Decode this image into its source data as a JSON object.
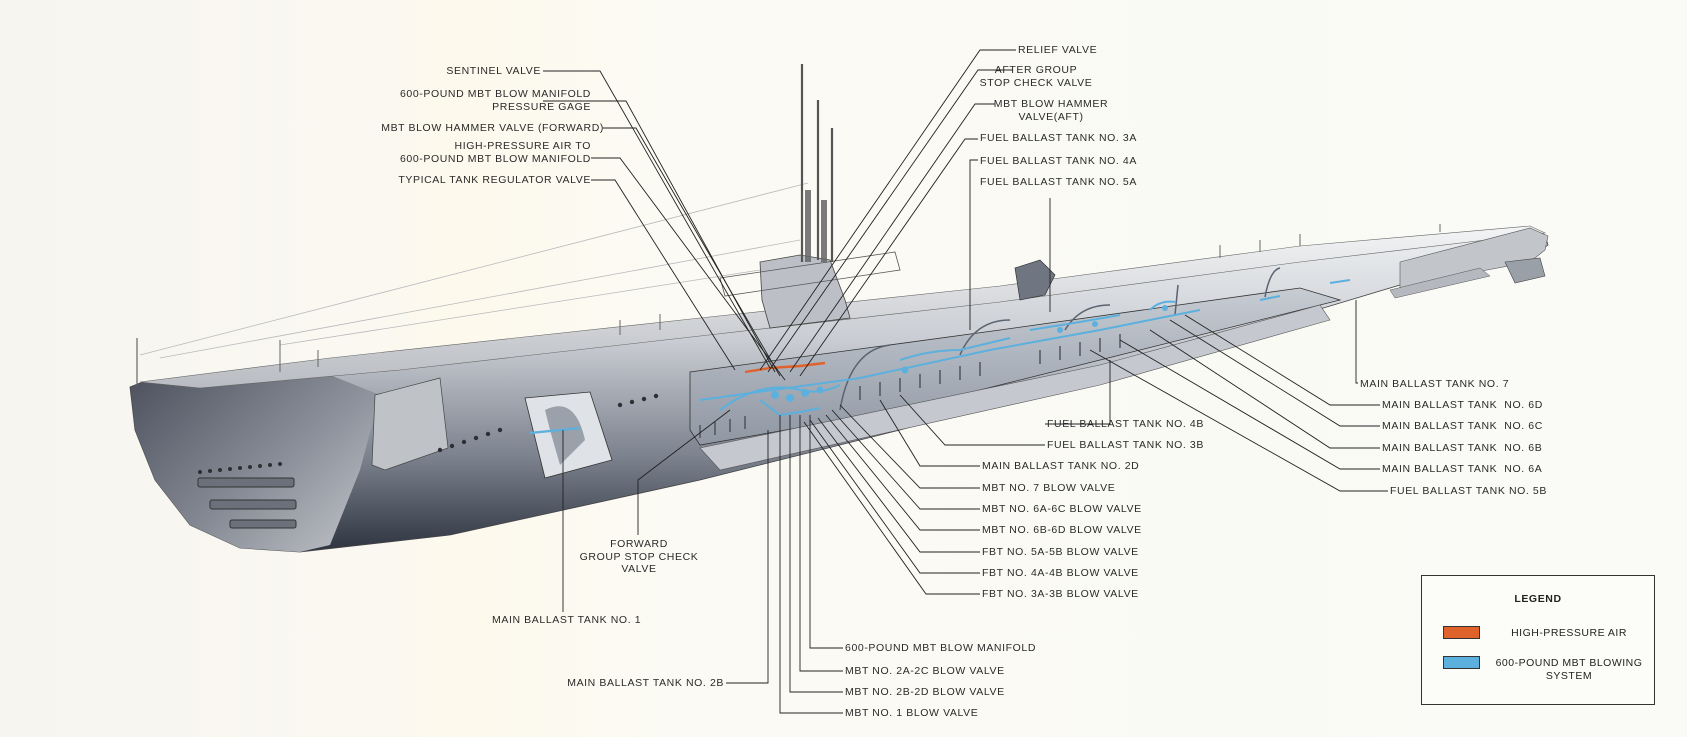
{
  "colors": {
    "high_pressure_air": "#e0622b",
    "mbt_blowing_system": "#5cb0de",
    "hull_dark": "#2e3340",
    "hull_light": "#d6d8dc",
    "leader_line": "#222222"
  },
  "labels_top_left": [
    {
      "id": "sentinel",
      "text": "SENTINEL VALVE"
    },
    {
      "id": "gage",
      "text": "600-POUND MBT BLOW MANIFOLD\nPRESSURE GAGE"
    },
    {
      "id": "hammer_fwd",
      "text": "MBT BLOW HAMMER VALVE (FORWARD)"
    },
    {
      "id": "hp_air",
      "text": "HIGH-PRESSURE AIR TO\n600-POUND MBT BLOW MANIFOLD"
    },
    {
      "id": "regulator",
      "text": "TYPICAL TANK REGULATOR VALVE"
    }
  ],
  "labels_top_right": [
    {
      "id": "relief",
      "text": "RELIEF VALVE"
    },
    {
      "id": "after_group",
      "text": "AFTER GROUP\nSTOP CHECK VALVE"
    },
    {
      "id": "hammer_aft",
      "text": "MBT BLOW HAMMER\nVALVE(AFT)"
    },
    {
      "id": "fbt3a",
      "text": "FUEL BALLAST TANK NO. 3A"
    },
    {
      "id": "fbt4a",
      "text": "FUEL BALLAST TANK NO. 4A"
    },
    {
      "id": "fbt5a",
      "text": "FUEL BALLAST TANK NO. 5A"
    }
  ],
  "labels_right": [
    {
      "id": "mbt7",
      "text": "MAIN BALLAST TANK NO. 7"
    },
    {
      "id": "mbt6d",
      "text": "MAIN BALLAST TANK  NO. 6D"
    },
    {
      "id": "mbt6c",
      "text": "MAIN BALLAST TANK  NO. 6C"
    },
    {
      "id": "mbt6b",
      "text": "MAIN BALLAST TANK  NO. 6B"
    },
    {
      "id": "mbt6a",
      "text": "MAIN BALLAST TANK  NO. 6A"
    },
    {
      "id": "fbt5b",
      "text": "FUEL BALLAST TANK NO. 5B"
    }
  ],
  "labels_center": [
    {
      "id": "fbt4b",
      "text": "FUEL BALLAST TANK NO. 4B"
    },
    {
      "id": "fbt3b",
      "text": "FUEL BALLAST TANK NO. 3B"
    },
    {
      "id": "mbt2d",
      "text": "MAIN BALLAST TANK NO. 2D"
    },
    {
      "id": "mbt7_valve",
      "text": "MBT NO. 7 BLOW VALVE"
    },
    {
      "id": "mbt6a6c_valve",
      "text": "MBT NO. 6A-6C BLOW VALVE"
    },
    {
      "id": "mbt6b6d_valve",
      "text": "MBT NO. 6B-6D BLOW VALVE"
    },
    {
      "id": "fbt5a5b_valve",
      "text": "FBT NO. 5A-5B BLOW VALVE"
    },
    {
      "id": "fbt4a4b_valve",
      "text": "FBT NO. 4A-4B BLOW VALVE"
    },
    {
      "id": "fbt3a3b_valve",
      "text": "FBT NO. 3A-3B BLOW VALVE"
    }
  ],
  "labels_bottom": [
    {
      "id": "fwd_group",
      "text": "FORWARD\nGROUP STOP CHECK\nVALVE"
    },
    {
      "id": "mbt1",
      "text": "MAIN BALLAST TANK NO. 1"
    },
    {
      "id": "manifold",
      "text": "600-POUND MBT BLOW MANIFOLD"
    },
    {
      "id": "mbt2a2c_valve",
      "text": "MBT NO. 2A-2C BLOW VALVE"
    },
    {
      "id": "mbt2b",
      "text": "MAIN BALLAST TANK NO. 2B"
    },
    {
      "id": "mbt2b2d_valve",
      "text": "MBT NO. 2B-2D BLOW VALVE"
    },
    {
      "id": "mbt1_valve",
      "text": "MBT NO. 1 BLOW VALVE"
    }
  ],
  "legend": {
    "title": "LEGEND",
    "items": [
      {
        "label": "HIGH-PRESSURE AIR",
        "color": "#e0622b"
      },
      {
        "label": "600-POUND MBT BLOWING\nSYSTEM",
        "color": "#5cb0de"
      }
    ]
  }
}
